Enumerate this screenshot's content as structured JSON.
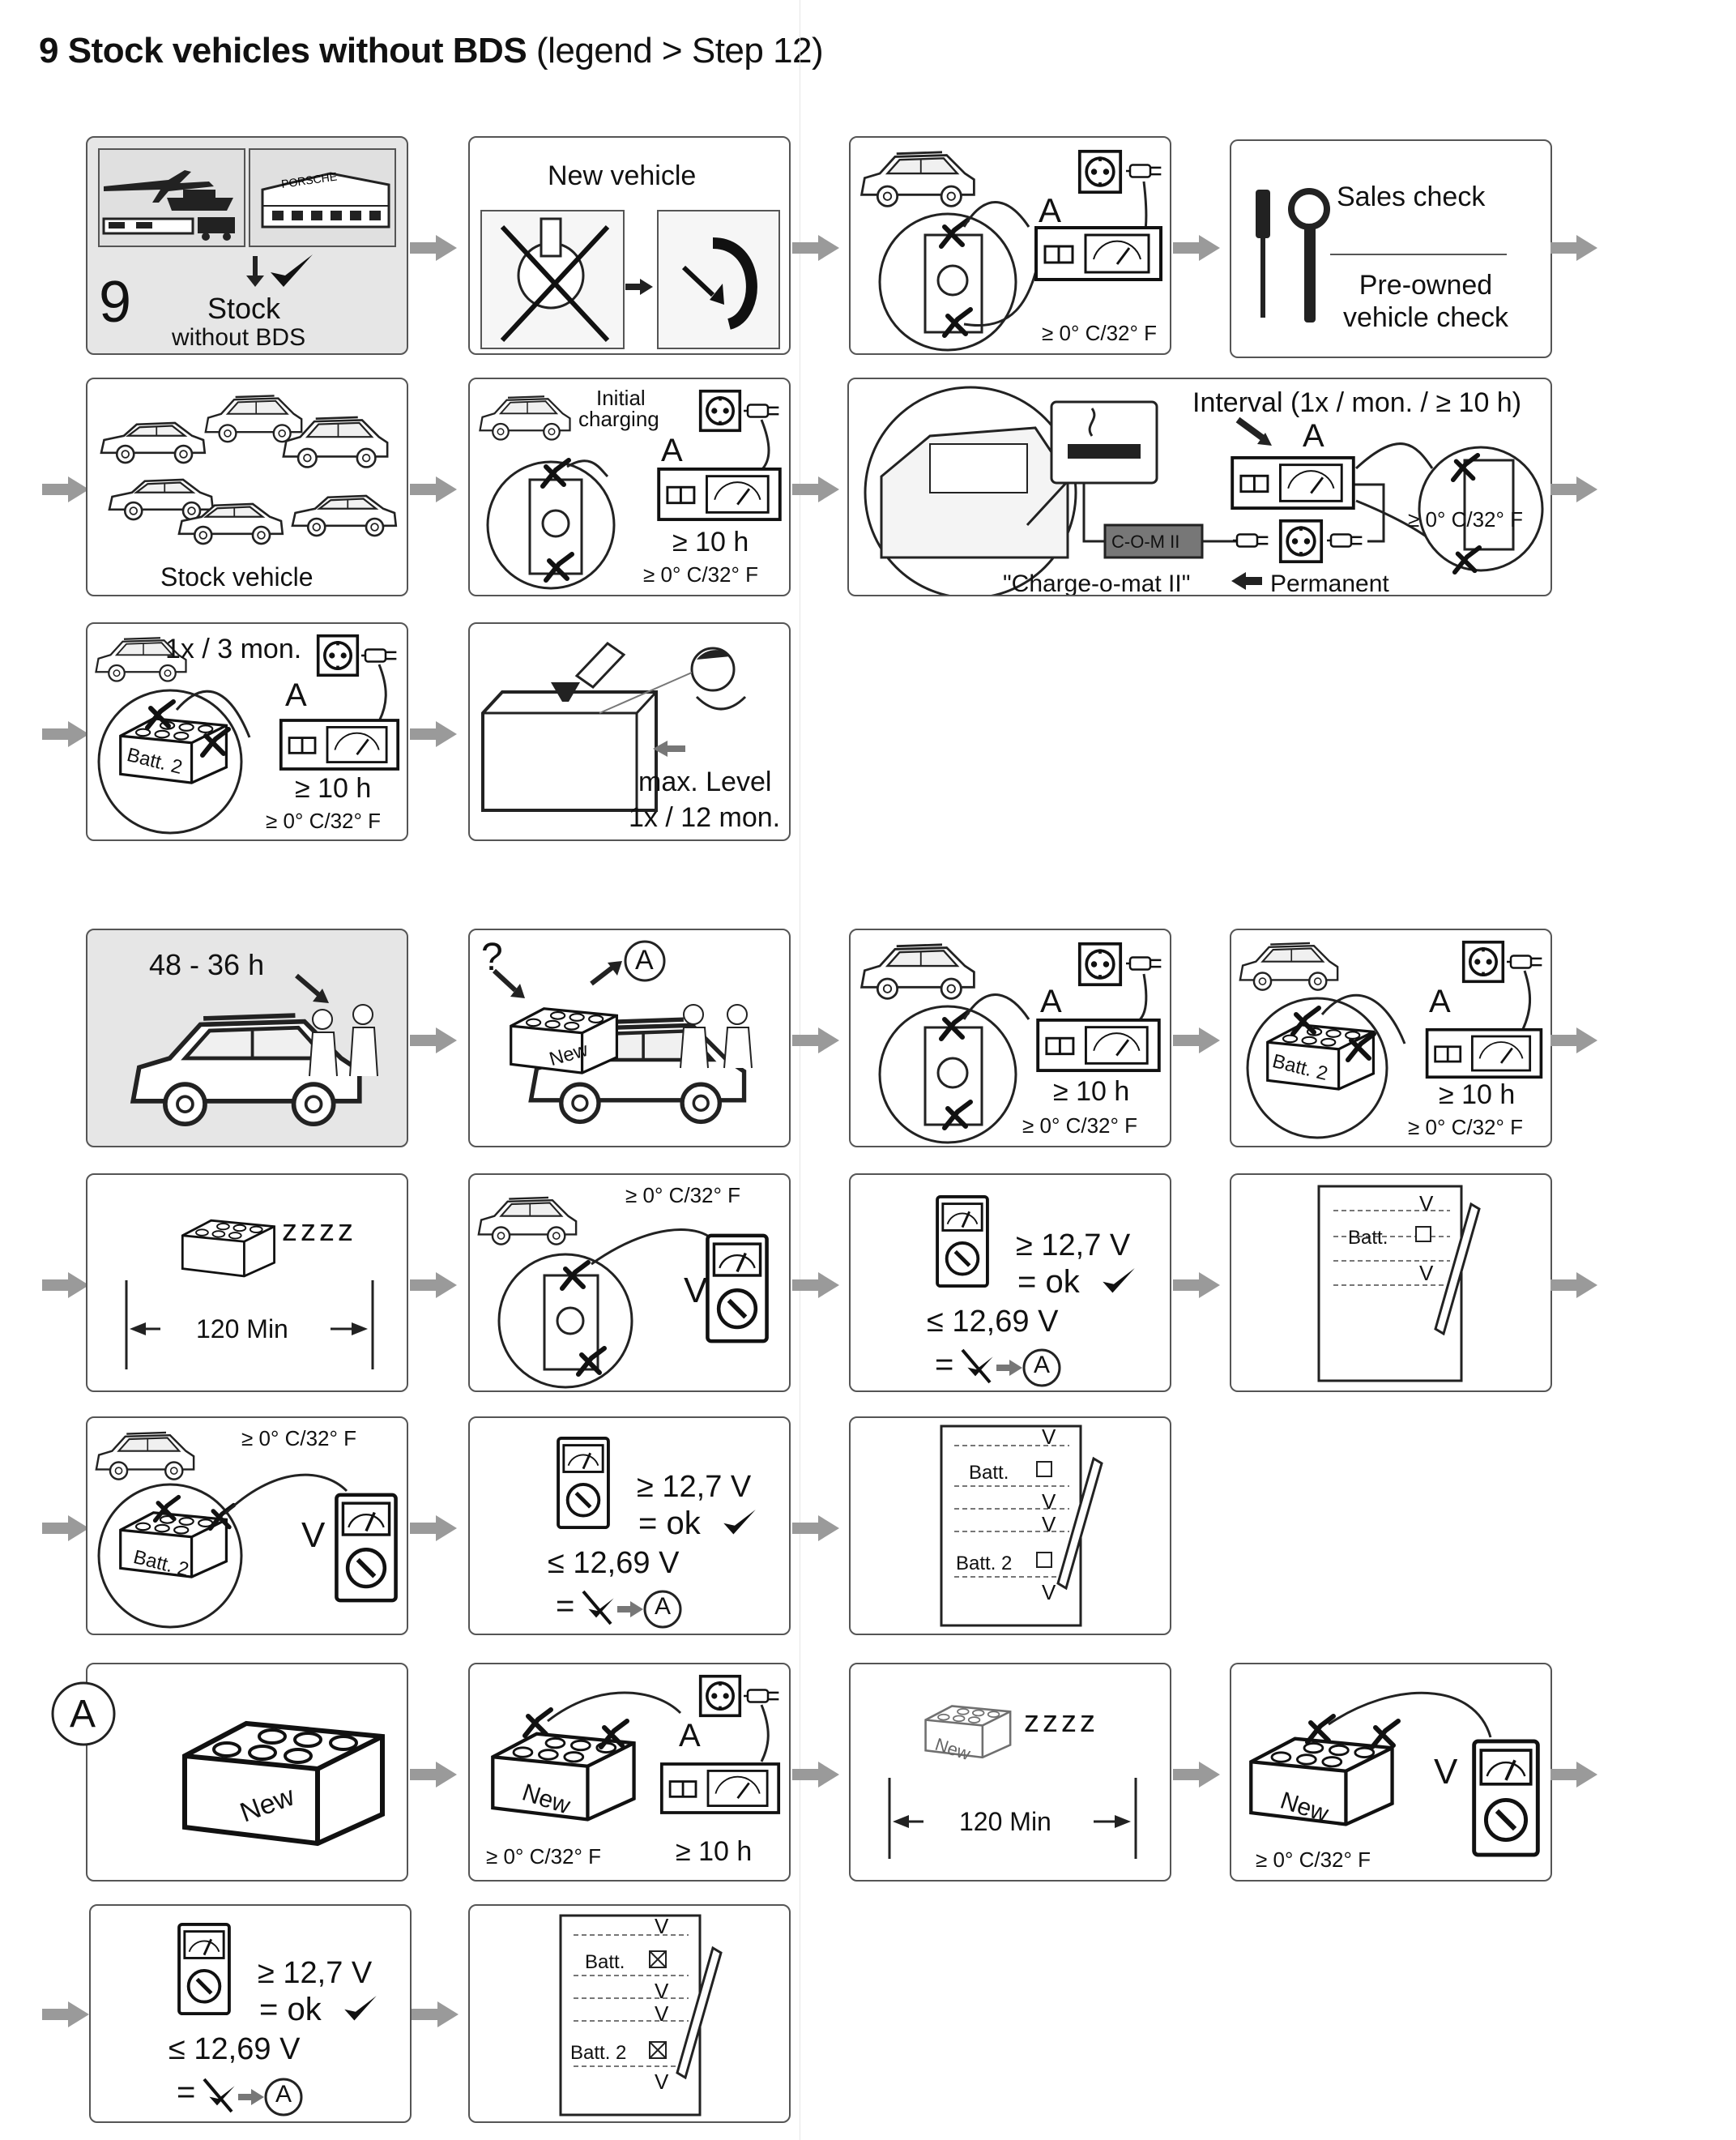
{
  "header": {
    "section_number": "9",
    "title": "Stock vehicles without BDS",
    "subtitle": "(legend > Step 12)"
  },
  "steps": {
    "s1": {
      "number": "9",
      "label": "Stock",
      "sublabel": "without BDS",
      "sign_text": "PORSCHE"
    },
    "s2": {
      "label": "New vehicle"
    },
    "s3": {
      "ammeter": "A",
      "temp": "≥ 0° C/32° F"
    },
    "s4": {
      "sales_check": "Sales check",
      "preowned": "Pre-owned vehicle check"
    },
    "s5": {
      "label": "Stock vehicle"
    },
    "s6": {
      "initial": "Initial",
      "charging": "charging",
      "ammeter": "A",
      "duration": "≥ 10 h",
      "temp": "≥ 0° C/32° F"
    },
    "s7": {
      "interval": "Interval (1x / mon. / ≥ 10 h)",
      "ammeter": "A",
      "com": "C-O-M II",
      "charge_o_mat": "\"Charge-o-mat II\"",
      "permanent": "Permanent",
      "temp": "≥ 0° C/32° F"
    },
    "s8": {
      "frequency": "1x / 3 mon.",
      "ammeter": "A",
      "batt": "Batt. 2",
      "duration": "≥ 10 h",
      "temp": "≥ 0° C/32° F"
    },
    "s9": {
      "level": "max. Level",
      "frequency": "1x / 12 mon."
    },
    "s10": {
      "hours": "48 - 36 h"
    },
    "s11": {
      "question": "?",
      "circle": "A",
      "battery": "New"
    },
    "s12": {
      "ammeter": "A",
      "duration": "≥ 10 h",
      "temp": "≥ 0° C/32° F"
    },
    "s13": {
      "ammeter": "A",
      "batt": "Batt. 2",
      "duration": "≥ 10 h",
      "temp": "≥ 0° C/32° F"
    },
    "s14": {
      "sleep": "zzzz",
      "time": "120 Min"
    },
    "s15": {
      "temp": "≥ 0° C/32° F",
      "voltmeter": "V"
    },
    "s16": {
      "ok_value": "≥ 12,7 V",
      "ok_text": "= ok",
      "low_value": "≤ 12,69 V",
      "equals": "=",
      "circle": "A"
    },
    "s17": {
      "v1": "V",
      "batt": "Batt.",
      "v2": "V"
    },
    "s18": {
      "temp": "≥ 0° C/32° F",
      "voltmeter": "V",
      "batt": "Batt. 2"
    },
    "s19": {
      "ok_value": "≥ 12,7 V",
      "ok_text": "= ok",
      "low_value": "≤ 12,69 V",
      "equals": "=",
      "circle": "A"
    },
    "s20": {
      "v1": "V",
      "batt1": "Batt.",
      "v2": "V",
      "v3": "V",
      "batt2": "Batt. 2",
      "v4": "V"
    },
    "s21": {
      "circle": "A",
      "battery": "New"
    },
    "s22": {
      "ammeter": "A",
      "battery": "New",
      "temp": "≥ 0° C/32° F",
      "duration": "≥ 10 h"
    },
    "s23": {
      "battery": "New",
      "sleep": "zzzz",
      "time": "120 Min"
    },
    "s24": {
      "battery": "New",
      "voltmeter": "V",
      "temp": "≥ 0° C/32° F"
    },
    "s25": {
      "ok_value": "≥ 12,7 V",
      "ok_text": "= ok",
      "low_value": "≤ 12,69 V",
      "equals": "=",
      "circle": "A"
    },
    "s26": {
      "v1": "V",
      "batt1": "Batt.",
      "v2": "V",
      "v3": "V",
      "batt2": "Batt. 2",
      "v4": "V"
    }
  },
  "colors": {
    "panel_border": "#555555",
    "grey_panel": "#e6e6e6",
    "arrow": "#888888"
  },
  "icons": [
    "airplane-icon",
    "ship-icon",
    "train-icon",
    "truck-icon",
    "building-icon",
    "checkmark-icon",
    "car-icon",
    "charger-icon",
    "socket-icon",
    "ammeter-icon",
    "voltmeter-icon",
    "wrench-icon",
    "screwdriver-icon",
    "battery-icon",
    "clipboard-icon",
    "pen-icon",
    "no-smoking-icon",
    "person-icon",
    "oil-can-icon",
    "funnel-icon",
    "clamp-icon"
  ]
}
